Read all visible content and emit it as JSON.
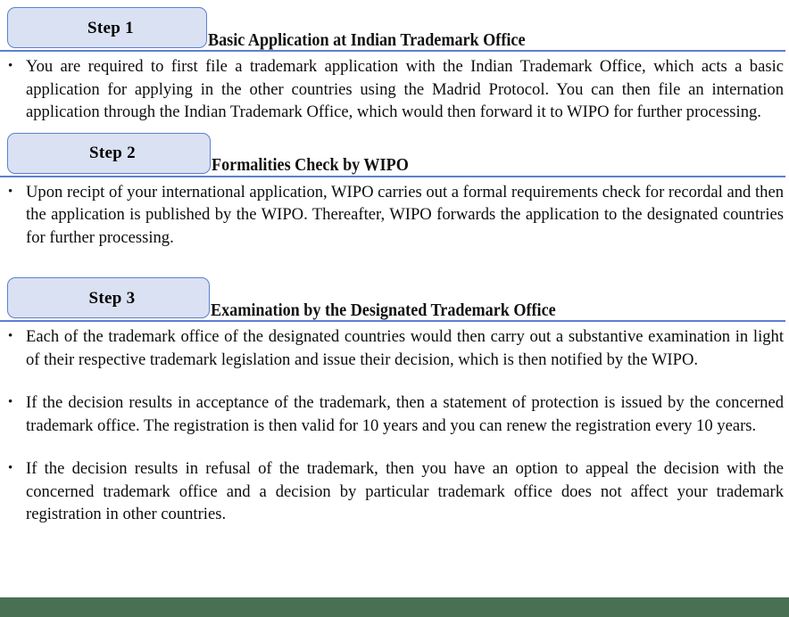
{
  "theme": {
    "page_background": "#ffffff",
    "outer_background": "#4a7054",
    "badge_fill": "#dae1f2",
    "badge_border": "#5b7fd0",
    "rule_color": "#5b7fd0",
    "text_color": "#0d0d0d"
  },
  "steps": [
    {
      "badge": "Step 1",
      "title": "Basic Application at Indian Trademark Office",
      "bullets": [
        "You are required to first file a trademark application with the Indian Trademark Office, which acts a basic application for applying in the other countries using the Madrid Protocol. You can then file an internation application through the Indian Trademark Office, which would then forward it to WIPO for further processing."
      ]
    },
    {
      "badge": "Step 2",
      "title": "Formalities Check by WIPO",
      "bullets": [
        "Upon recipt of your international application, WIPO carries out a formal requirements check for recordal and then the application is published by the WIPO. Thereafter, WIPO forwards the application to the designated countries for further processing."
      ]
    },
    {
      "badge": "Step 3",
      "title": "Examination by the Designated Trademark Office",
      "bullets": [
        "Each of the trademark office of the designated countries would then carry out a substantive examination in light of their respective trademark legislation and issue their decision, which is then notified by the WIPO.",
        "If the decision results in acceptance of the trademark, then a statement of protection is issued by the concerned trademark office. The registration is then valid for 10 years and you can renew the registration every 10 years.",
        "If the decision results in refusal of the trademark, then you have an option to appeal the decision with the concerned trademark office and a decision by particular trademark office does not affect your trademark registration in other countries."
      ]
    }
  ]
}
